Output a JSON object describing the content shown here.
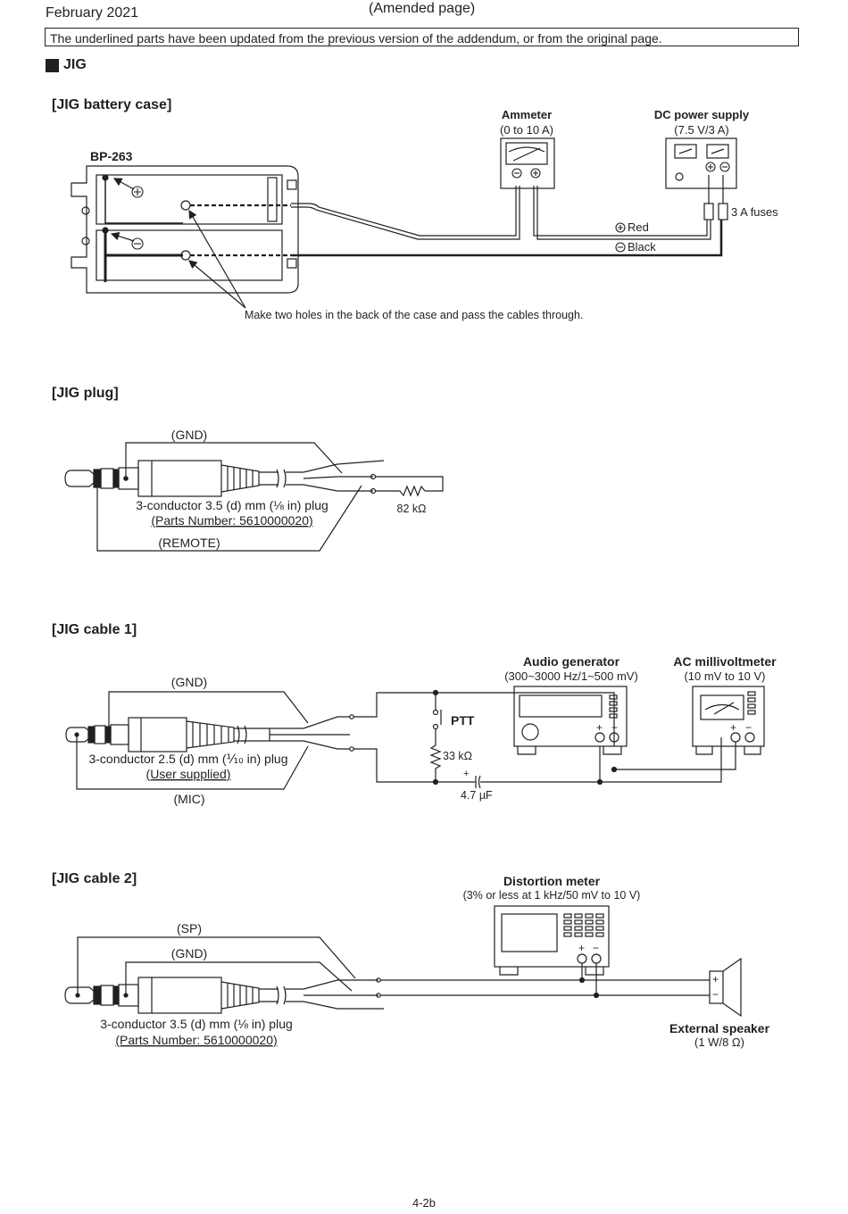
{
  "header": {
    "date": "February 2021",
    "amended": "(Amended page)",
    "notice": "The underlined parts have been updated from the previous version of the addendum, or from the original page."
  },
  "main_title": "JIG",
  "battery_case": {
    "title": "[JIG battery case]",
    "pack_label": "BP-263",
    "ammeter_title": "Ammeter",
    "ammeter_range": "(0 to 10 A)",
    "psu_title": "DC power supply",
    "psu_spec": "(7.5 V/3 A)",
    "fuses_label": "3 A fuses",
    "red_label": "Red",
    "black_label": "Black",
    "holes_note": "Make two holes in the back of the case and pass the cables through."
  },
  "plug": {
    "title": "[JIG plug]",
    "gnd_label": "(GND)",
    "plug_desc": "3-conductor 3.5 (d) mm (⅛ in) plug",
    "parts_number": "(Parts Number: 5610000020)",
    "remote_label": "(REMOTE)",
    "resistor_label": "82 kΩ"
  },
  "cable1": {
    "title": "[JIG cable 1]",
    "gnd_label": "(GND)",
    "plug_desc": "3-conductor 2.5 (d) mm (⅒ in) plug",
    "user_supplied": "(User supplied)",
    "mic_label": "(MIC)",
    "ptt_label": "PTT",
    "resistor_label": "33 kΩ",
    "capacitor_label": "4.7 µF",
    "audio_gen_title": "Audio generator",
    "audio_gen_spec": "(300~3000 Hz/1~500 mV)",
    "millivolt_title": "AC millivoltmeter",
    "millivolt_spec": "(10 mV to 10 V)"
  },
  "cable2": {
    "title": "[JIG cable 2]",
    "sp_label": "(SP)",
    "gnd_label": "(GND)",
    "plug_desc": "3-conductor 3.5 (d) mm (⅛ in) plug",
    "parts_number": "(Parts Number: 5610000020)",
    "distortion_title": "Distortion meter",
    "distortion_spec": "(3% or less at 1 kHz/50 mV to 10 V)",
    "speaker_title": "External speaker",
    "speaker_spec": "(1 W/8 Ω)"
  },
  "footer": {
    "page": "4-2b"
  }
}
